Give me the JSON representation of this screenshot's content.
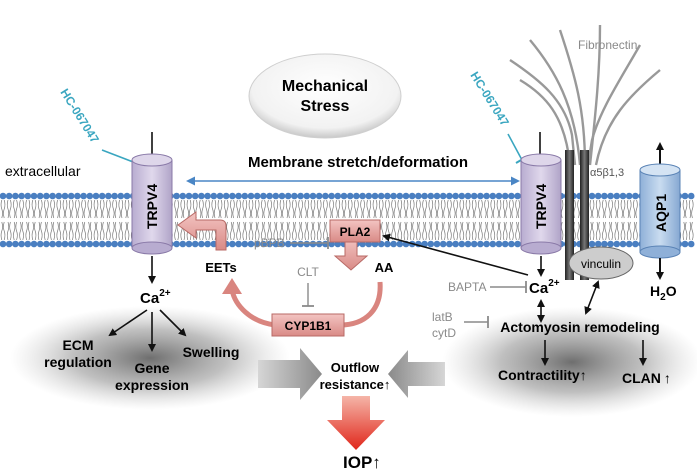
{
  "labels": {
    "mechanical_stress_line1": "Mechanical",
    "mechanical_stress_line2": "Stress",
    "membrane_stretch": "Membrane stretch/deformation",
    "extracellular": "extracellular",
    "hc_left": "HC-067047",
    "hc_right": "HC-067047",
    "fibronectin": "Fibronectin",
    "integrin": "α5β1,3",
    "trpv4_left": "TRPV4",
    "trpv4_right": "TRPV4",
    "aqp1": "AQP1",
    "h2o_h": "H",
    "h2o_sub": "2",
    "h2o_o": "O",
    "vinculin": "vinculin",
    "pla2": "PLA2",
    "pbpb": "pBPB",
    "eets": "EETs",
    "aa": "AA",
    "clt": "CLT",
    "cyp1b1": "CYP1B1",
    "bapta": "BAPTA",
    "ca_base": "Ca",
    "ca_sup": "2+",
    "ecm_line1": "ECM",
    "ecm_line2": "regulation",
    "gene_line1": "Gene",
    "gene_line2": "expression",
    "swelling": "Swelling",
    "latb": "latB",
    "cytd": "cytD",
    "actomyosin": "Actomyosin remodeling",
    "contractility": "Contractility",
    "clan": "CLAN",
    "outflow_line1": "Outflow",
    "outflow_line2": "resistance",
    "iop": "IOP",
    "up_arrow": "↑"
  },
  "colors": {
    "cyan": "#3aa6c0",
    "lipid_head": "#4a7fc1",
    "enzyme_fill": "#e8a6a4",
    "enzyme_stroke": "#b86a66",
    "trpv4_fill": "#cfc5de",
    "aqp1_fill": "#a8c3e2",
    "gray_text": "#8a8a8a",
    "iop_red": "#e53a28"
  }
}
